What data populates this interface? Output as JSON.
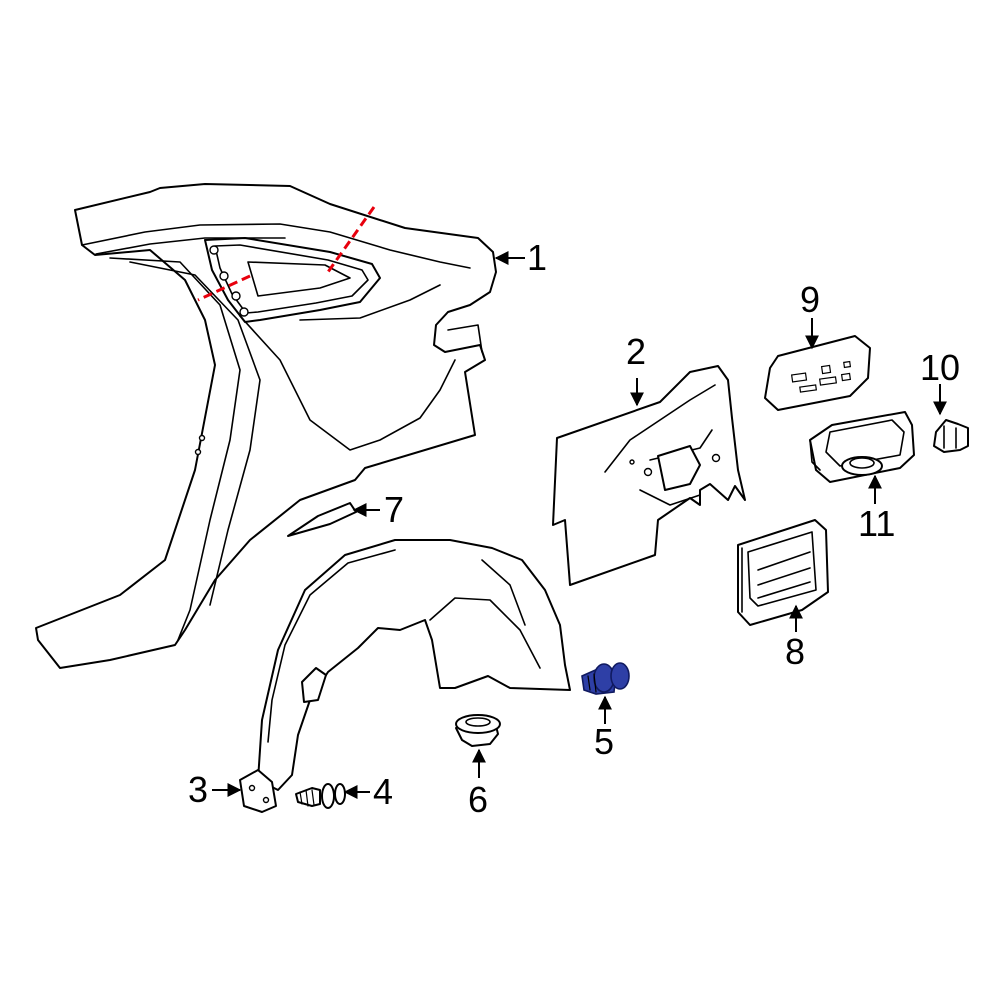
{
  "callouts": [
    {
      "id": "1",
      "label": "1"
    },
    {
      "id": "2",
      "label": "2"
    },
    {
      "id": "3",
      "label": "3"
    },
    {
      "id": "4",
      "label": "4"
    },
    {
      "id": "5",
      "label": "5"
    },
    {
      "id": "6",
      "label": "6"
    },
    {
      "id": "7",
      "label": "7"
    },
    {
      "id": "8",
      "label": "8"
    },
    {
      "id": "9",
      "label": "9"
    },
    {
      "id": "10",
      "label": "10"
    },
    {
      "id": "11",
      "label": "11"
    }
  ],
  "colors": {
    "cut_line": "#e8000d",
    "highlight_part": "#2e3fa6",
    "line": "#000000",
    "background": "#ffffff"
  },
  "highlighted_part": "5"
}
